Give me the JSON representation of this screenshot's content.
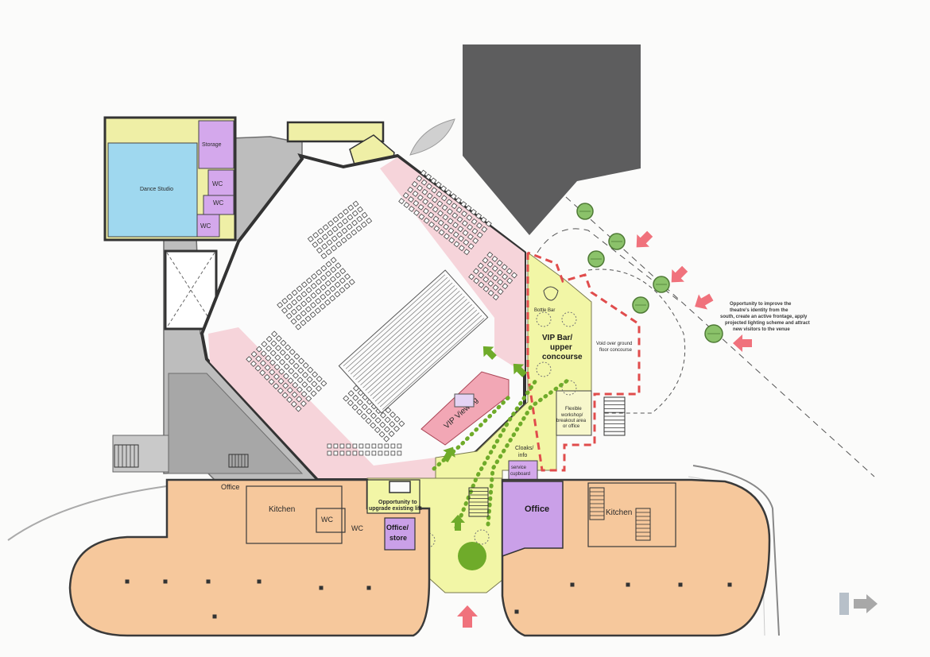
{
  "colors": {
    "background": "#fbfbfa",
    "dark_block": "#5d5d5e",
    "grey_zone": "#b9b9b9",
    "foyer_wings": "#f6c89c",
    "concourse": "#f2f6a6",
    "circulation_pink": "#f6d4da",
    "dance_studio": "#9fd8ef",
    "storage_wc": "#d4a8ec",
    "office_purple": "#caa0e8",
    "tree": "#8bc26a",
    "arrow_red": "#f0727c",
    "route_green": "#6fab2a",
    "boundary_red": "#e04c4c"
  },
  "rooms": {
    "dance_studio": "Dance Studio",
    "storage": "Storage",
    "wc_1": "WC",
    "wc_2": "WC",
    "wc_3": "WC",
    "vip_viewing": "VIP Viewing",
    "bottle_bar": "Bottle Bar",
    "vip_bar_line1": "VIP Bar/",
    "vip_bar_line2": "upper",
    "vip_bar_line3": "concourse",
    "void_line1": "Void over ground",
    "void_line2": "floor concourse",
    "flexible_line1": "Flexible",
    "flexible_line2": "workshop/",
    "flexible_line3": "breakout area",
    "flexible_line4": "or office",
    "cloaks_line1": "Cloaks/",
    "cloaks_line2": "info",
    "service_line1": "service",
    "service_line2": "cupboard",
    "office_small": "Office",
    "kitchen_left": "Kitchen",
    "wc_left_1": "WC",
    "wc_left_2": "WC",
    "office_store_line1": "Office/",
    "office_store_line2": "store",
    "office_main": "Office",
    "kitchen_right": "Kitchen"
  },
  "notes": {
    "lift_line1": "Opportunity to",
    "lift_line2": "upgrade existing lift",
    "frontage_line1": "Opportunity to improve the",
    "frontage_line2": "theatre's identity from the",
    "frontage_line3": "south, create an active frontage, apply",
    "frontage_line4": "projected lighting scheme and attract",
    "frontage_line5": "new visitors to the venue"
  },
  "icons": [
    "approach-arrow-icon",
    "entrance-arrow-icon",
    "route-arrow-icon",
    "tree-icon",
    "north-arrow-icon"
  ]
}
